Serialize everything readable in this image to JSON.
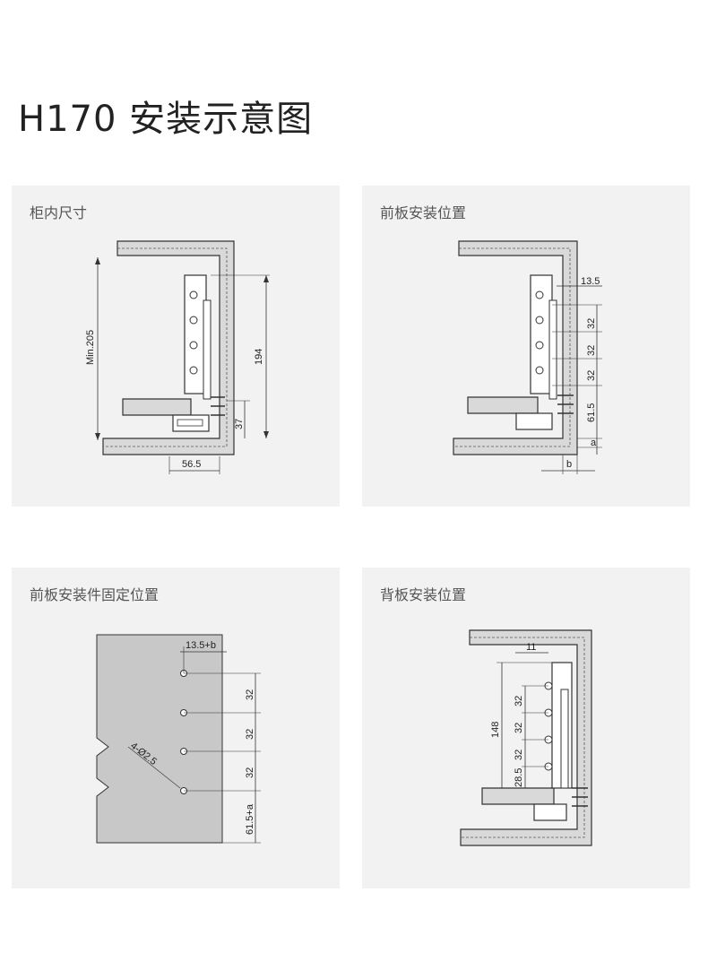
{
  "header": {
    "title": "H170 安装示意图"
  },
  "panels": {
    "cabinet": {
      "title": "柜内尺寸",
      "dims": {
        "height_min": "Min.205",
        "slide_height": "194",
        "gap": "37",
        "depth": "56.5"
      }
    },
    "front_panel": {
      "title": "前板安装位置",
      "dims": {
        "offset": "13.5",
        "pitch1": "32",
        "pitch2": "32",
        "pitch3": "32",
        "bottom": "61.5",
        "a": "a",
        "b": "b"
      }
    },
    "front_fixing": {
      "title": "前板安装件固定位置",
      "dims": {
        "offset": "13.5+b",
        "pitch1": "32",
        "pitch2": "32",
        "pitch3": "32",
        "bottom": "61.5+a",
        "holes": "4-Ø2.5"
      }
    },
    "back_panel": {
      "title": "背板安装位置",
      "dims": {
        "offset": "11",
        "height": "148",
        "pitch1": "32",
        "pitch2": "32",
        "pitch3": "32",
        "bottom": "28.5"
      }
    }
  },
  "colors": {
    "panel_bg": "#f2f2f2",
    "line": "#333333",
    "wood": "#d9d9d9",
    "board": "#c8c8c8"
  }
}
